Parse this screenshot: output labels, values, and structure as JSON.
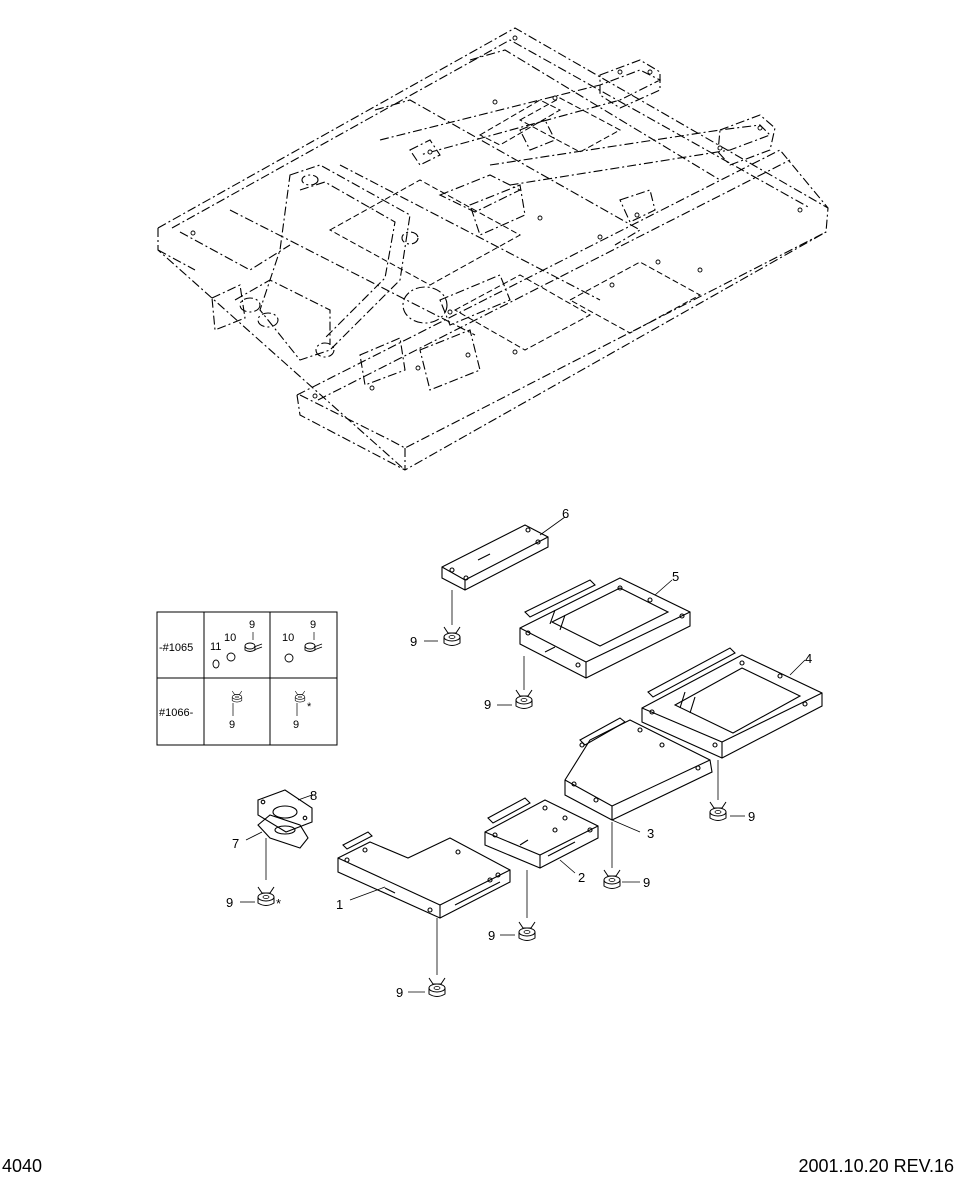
{
  "callouts": {
    "p1": "1",
    "p2": "2",
    "p3": "3",
    "p4": "4",
    "p5": "5",
    "p6": "6",
    "p7": "7",
    "p8": "8",
    "n9": "9",
    "n10": "10",
    "n11": "11",
    "star": "*"
  },
  "table": {
    "row1_label": "-#1065",
    "row2_label": "#1066-"
  },
  "footer": {
    "page_number": "4040",
    "revision": "2001.10.20 REV.16"
  }
}
